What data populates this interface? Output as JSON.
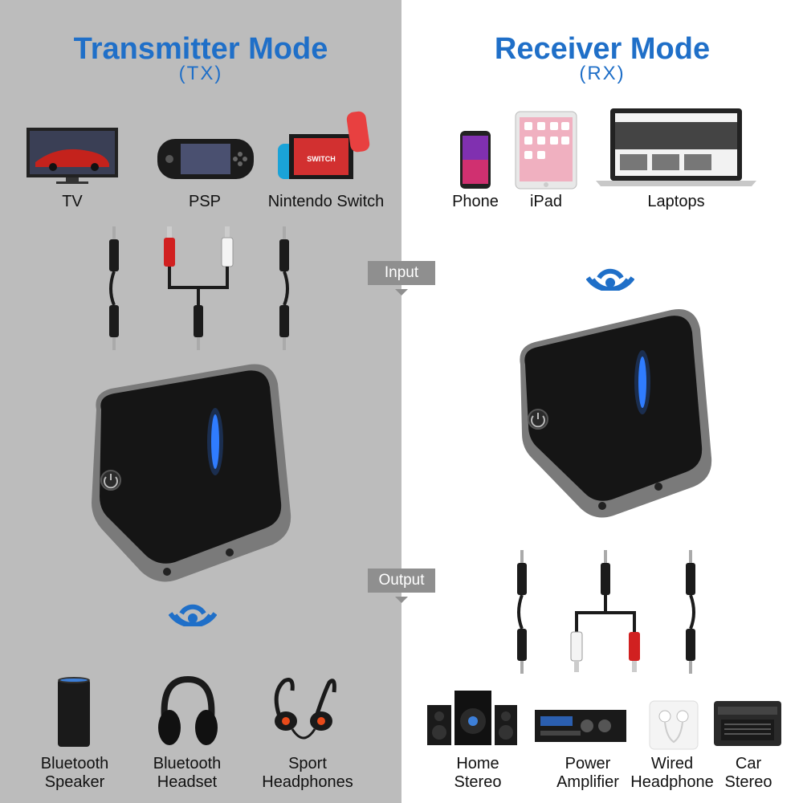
{
  "transmitter": {
    "title": "Transmitter Mode",
    "subtitle": "(TX)",
    "sources": [
      {
        "label": "TV",
        "icon": "tv-icon"
      },
      {
        "label": "PSP",
        "icon": "psp-icon"
      },
      {
        "label": "Nintendo Switch",
        "icon": "nintendo-switch-icon"
      }
    ],
    "outputs": [
      {
        "label_line1": "Bluetooth",
        "label_line2": "Speaker",
        "icon": "smart-speaker-icon"
      },
      {
        "label_line1": "Bluetooth",
        "label_line2": "Headset",
        "icon": "headset-icon"
      },
      {
        "label_line1": "Sport",
        "label_line2": "Headphones",
        "icon": "sport-headphones-icon"
      }
    ]
  },
  "receiver": {
    "title": "Receiver Mode",
    "subtitle": "(RX)",
    "sources": [
      {
        "label": "Phone",
        "icon": "phone-icon"
      },
      {
        "label": "iPad",
        "icon": "tablet-icon"
      },
      {
        "label": "Laptops",
        "icon": "laptop-icon"
      }
    ],
    "outputs": [
      {
        "label_line1": "Home",
        "label_line2": "Stereo",
        "icon": "home-stereo-icon"
      },
      {
        "label_line1": "Power",
        "label_line2": "Amplifier",
        "icon": "amplifier-icon"
      },
      {
        "label_line1": "Wired",
        "label_line2": "Headphone",
        "icon": "earphones-icon"
      },
      {
        "label_line1": "Car",
        "label_line2": "Stereo",
        "icon": "car-stereo-icon"
      }
    ]
  },
  "center": {
    "input_label": "Input",
    "output_label": "Output"
  },
  "colors": {
    "accent_blue": "#1f6fc8",
    "left_background": "#bcbcbc",
    "right_background": "#ffffff",
    "tag_gray": "#8f8f8f"
  }
}
